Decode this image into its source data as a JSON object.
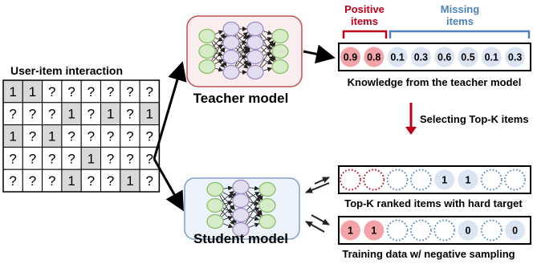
{
  "matrix": {
    "title": "User-item interaction",
    "rows": [
      [
        "1",
        "1",
        "?",
        "?",
        "?",
        "?",
        "?",
        "?"
      ],
      [
        "?",
        "?",
        "?",
        "1",
        "?",
        "1",
        "?",
        "1"
      ],
      [
        "1",
        "?",
        "1",
        "?",
        "?",
        "?",
        "?",
        "?"
      ],
      [
        "?",
        "?",
        "?",
        "?",
        "1",
        "?",
        "?",
        "?"
      ],
      [
        "?",
        "?",
        "?",
        "1",
        "?",
        "?",
        "1",
        "?"
      ]
    ],
    "filled_color": "#d9d9d9"
  },
  "teacher": {
    "label": "Teacher model",
    "box_fill": "#fbeeee",
    "box_stroke": "#c0504d",
    "node_outer_fill": "#d6ecc8",
    "node_outer_stroke": "#8bbf6a",
    "node_hidden_fill": "#e3ddf0",
    "node_hidden_stroke": "#9d8ec4"
  },
  "student": {
    "label": "Student model",
    "box_fill": "#edf3fa",
    "box_stroke": "#7f9fc7"
  },
  "knowledge": {
    "positive_label_line1": "Positive",
    "positive_label_line2": "items",
    "missing_label_line1": "Missing",
    "missing_label_line2": "items",
    "positive_color": "#c0001a",
    "missing_color": "#4f81bd",
    "scores": [
      "0.9",
      "0.8",
      "0.1",
      "0.3",
      "0.6",
      "0.5",
      "0.1",
      "0.3"
    ],
    "caption": "Knowledge from the teacher model",
    "pos_fill": "#f4a3a8",
    "neg_fill": "#dbe4f2"
  },
  "selection": {
    "label": "Selecting Top-K items",
    "arrow_color": "#c0001a"
  },
  "topk": {
    "values": [
      "",
      "",
      "",
      "",
      "1",
      "1",
      "",
      ""
    ],
    "caption": "Top-K ranked items with hard target"
  },
  "training": {
    "values": [
      "1",
      "1",
      "",
      "",
      "",
      "0",
      "",
      "0"
    ],
    "caption": "Training data w/ negative sampling"
  }
}
